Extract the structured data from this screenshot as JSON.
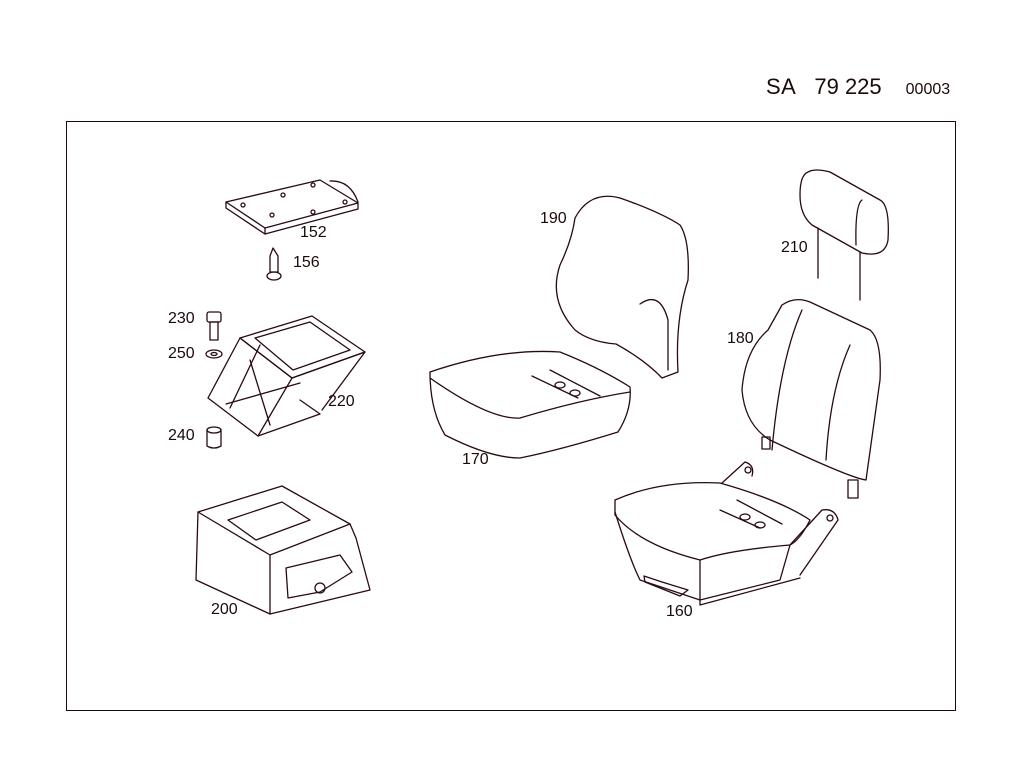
{
  "header": {
    "prefix": "SA",
    "group_number": "79 225",
    "sheet": "00003"
  },
  "parts": [
    {
      "id": "152",
      "label": "152",
      "name": "mounting-plate"
    },
    {
      "id": "156",
      "label": "156",
      "name": "screw"
    },
    {
      "id": "230",
      "label": "230",
      "name": "bolt"
    },
    {
      "id": "250",
      "label": "250",
      "name": "washer"
    },
    {
      "id": "220",
      "label": "220",
      "name": "seat-frame"
    },
    {
      "id": "240",
      "label": "240",
      "name": "spacer"
    },
    {
      "id": "200",
      "label": "200",
      "name": "seat-base-box"
    },
    {
      "id": "190",
      "label": "190",
      "name": "backrest-cushion"
    },
    {
      "id": "170",
      "label": "170",
      "name": "seat-cushion"
    },
    {
      "id": "210",
      "label": "210",
      "name": "headrest"
    },
    {
      "id": "180",
      "label": "180",
      "name": "backrest"
    },
    {
      "id": "160",
      "label": "160",
      "name": "seat-assembly"
    }
  ]
}
